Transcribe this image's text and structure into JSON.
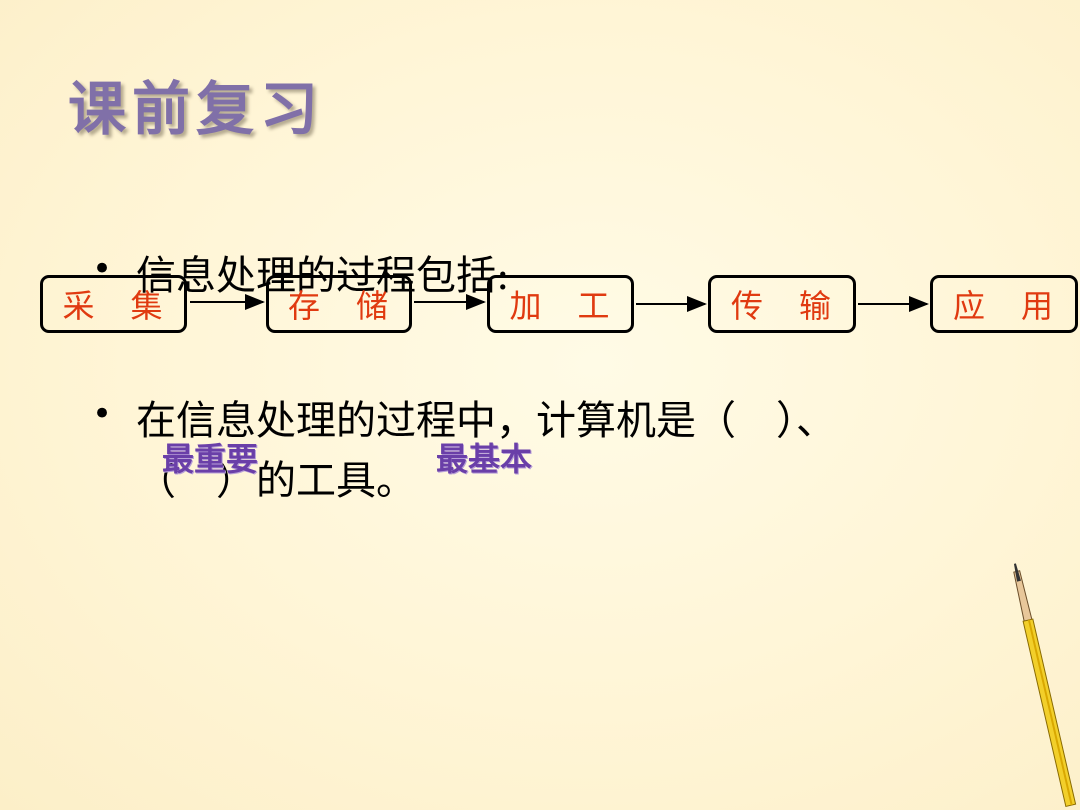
{
  "slide": {
    "title": "课前复习"
  },
  "bullets": [
    {
      "marker": "•",
      "text": "信息处理的过程包括:"
    },
    {
      "marker": "•",
      "text_line1": "在信息处理的过程中，计算机是（　）、",
      "text_line2": "（　）的工具。"
    }
  ],
  "flow": {
    "steps": [
      "采　集",
      "存　储",
      "加　工",
      "传　输",
      "应　用"
    ],
    "step_text_color": "#e03a10"
  },
  "answers": {
    "first": "最重要",
    "second": "最基本",
    "color": "#6a3fa8"
  },
  "decoration": {
    "pencil": "pencil-icon"
  },
  "colors": {
    "background": "#fff5d6",
    "title": "#8070a8"
  }
}
